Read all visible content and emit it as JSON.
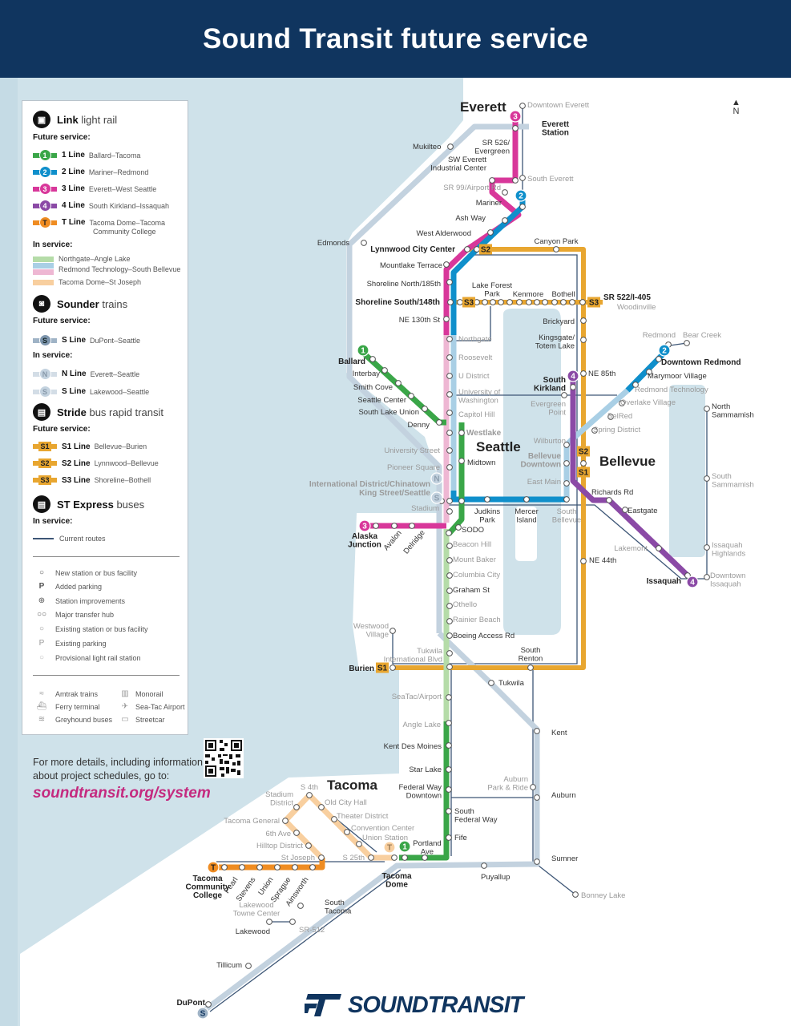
{
  "header": {
    "title": "Sound Transit future service"
  },
  "north": "N",
  "legend": {
    "link": {
      "title": "Link",
      "subtitle": "light rail",
      "future_label": "Future service:",
      "lines": [
        {
          "badge": "1",
          "name": "1 Line",
          "desc": "Ballard–Tacoma",
          "color": "#3aa648"
        },
        {
          "badge": "2",
          "name": "2 Line",
          "desc": "Mariner–Redmond",
          "color": "#0f8fcb"
        },
        {
          "badge": "3",
          "name": "3 Line",
          "desc": "Everett–West Seattle",
          "color": "#d8379a"
        },
        {
          "badge": "4",
          "name": "4 Line",
          "desc": "South Kirkland–Issaquah",
          "color": "#8b4aa6"
        },
        {
          "badge": "T",
          "name": "T Line",
          "desc": "Tacoma Dome–Tacoma",
          "desc2": "Community College",
          "color": "#ef8c22"
        }
      ],
      "in_service_label": "In service:",
      "in_service": [
        "Northgate–Angle Lake",
        "Redmond Technology–South Bellevue",
        "Tacoma Dome–St Joseph"
      ]
    },
    "sounder": {
      "title": "Sounder",
      "subtitle": "trains",
      "future_label": "Future service:",
      "future": {
        "badge": "S",
        "name": "S Line",
        "desc": "DuPont–Seattle"
      },
      "in_service_label": "In service:",
      "in_service": [
        {
          "badge": "N",
          "name": "N Line",
          "desc": "Everett–Seattle"
        },
        {
          "badge": "S",
          "name": "S Line",
          "desc": "Lakewood–Seattle"
        }
      ]
    },
    "stride": {
      "title": "Stride",
      "subtitle": "bus rapid transit",
      "future_label": "Future service:",
      "lines": [
        {
          "badge": "S1",
          "name": "S1 Line",
          "desc": "Bellevue–Burien"
        },
        {
          "badge": "S2",
          "name": "S2 Line",
          "desc": "Lynnwood–Bellevue"
        },
        {
          "badge": "S3",
          "name": "S3 Line",
          "desc": "Shoreline–Bothell"
        }
      ]
    },
    "express": {
      "title": "ST Express",
      "subtitle": "buses",
      "in_service_label": "In service:",
      "current_routes": "Current routes"
    },
    "symbols": [
      "New station or bus facility",
      "Added parking",
      "Station improvements",
      "Major transfer hub",
      "Existing station or bus facility",
      "Existing parking",
      "Provisional light rail station"
    ],
    "icons": [
      "Amtrak trains",
      "Monorail",
      "Ferry terminal",
      "Sea-Tac Airport",
      "Greyhound buses",
      "Streetcar"
    ]
  },
  "more_info": {
    "line1": "For more details, including information",
    "line2": "about project schedules, go to:",
    "url": "soundtransit.org/system"
  },
  "logo": "SOUNDTRANSIT",
  "colors": {
    "navy": "#10355f",
    "water": "#cfe2ea",
    "line1": "#3aa648",
    "line2": "#0f8fcb",
    "line3": "#d8379a",
    "line4": "#8b4aa6",
    "tline": "#ef8c22",
    "stride": "#e8a630",
    "sounder": "#c3d2df"
  },
  "map": {
    "badges": {
      "b3a": "3",
      "b2a": "2",
      "b1a": "1",
      "b4a": "4",
      "b2b": "2",
      "b4b": "4",
      "b3b": "3",
      "b1b": "1",
      "bTa": "T",
      "bTb": "T",
      "bSa": "S",
      "bNa": "N",
      "bSb": "S",
      "s2a": "S2",
      "s3a": "S3",
      "s3b": "S3",
      "s2b": "S2",
      "s1a": "S1",
      "s1b": "S1"
    },
    "labels": {
      "everett_city": "Everett",
      "seattle_city": "Seattle",
      "bellevue_city": "Bellevue",
      "tacoma_city": "Tacoma",
      "downtown_everett": "Downtown Everett",
      "everett_station": [
        "Everett",
        "Station"
      ],
      "mukilteo": "Mukilteo",
      "sr526": [
        "SR 526/",
        "Evergreen"
      ],
      "sw_everett": [
        "SW Everett",
        "Industrial Center"
      ],
      "south_everett": "South Everett",
      "sr99": "SR 99/Airport Rd",
      "mariner": "Mariner",
      "ash_way": "Ash Way",
      "west_alderwood": "West Alderwood",
      "edmonds": "Edmonds",
      "lynnwood": "Lynnwood City Center",
      "canyon_park": "Canyon Park",
      "mountlake": "Mountlake Terrace",
      "shoreline_north": "Shoreline North/185th",
      "lake_forest": [
        "Lake Forest",
        "Park"
      ],
      "kenmore": "Kenmore",
      "bothell": "Bothell",
      "shoreline_south": "Shoreline South/148th",
      "sr522": "SR 522/I-405",
      "woodinville": "Woodinville",
      "ne130": "NE 130th St",
      "brickyard": "Brickyard",
      "northgate": "Northgate",
      "kingsgate": [
        "Kingsgate/",
        "Totem Lake"
      ],
      "ballard": "Ballard",
      "roosevelt": "Roosevelt",
      "ne85": "NE 85th",
      "interbay": "Interbay",
      "u_district": "U District",
      "redmond": "Redmond",
      "bear_creek": "Bear Creek",
      "downtown_redmond": "Downtown Redmond",
      "marymoor": "Marymoor Village",
      "smith_cove": "Smith Cove",
      "south_kirkland": [
        "South",
        "Kirkland"
      ],
      "uw": [
        "University of",
        "Washington"
      ],
      "redmond_tech": "Redmond Technology",
      "seattle_center": "Seattle Center",
      "overlake": "Overlake Village",
      "evergreen": [
        "Evergreen",
        "Point"
      ],
      "north_sammamish": [
        "North",
        "Sammamish"
      ],
      "south_lake_union": "South Lake Union",
      "capitol_hill": "Capitol Hill",
      "belred": "BelRed",
      "denny": "Denny",
      "spring_district": "Spring District",
      "westlake": "Westlake",
      "wilburton": "Wilburton",
      "university_street": "University Street",
      "bellevue_downtown": [
        "Bellevue",
        "Downtown"
      ],
      "midtown": "Midtown",
      "pioneer_square": "Pioneer Square",
      "south_sammamish": [
        "South",
        "Sammamish"
      ],
      "east_main": "East Main",
      "intl_district": "International District/Chinatown",
      "king_street": "King Street/Seattle",
      "richards": "Richards Rd",
      "stadium": "Stadium",
      "judkins": [
        "Judkins",
        "Park"
      ],
      "mercer": [
        "Mercer",
        "Island"
      ],
      "south_bellevue": [
        "South",
        "Bellevue"
      ],
      "eastgate": "Eastgate",
      "alaska": [
        "Alaska",
        "Junction"
      ],
      "avalon": "Avalon",
      "delridge": "Delridge",
      "sodo": "SODO",
      "lakemont": "Lakemont",
      "issaquah_highlands": [
        "Issaquah",
        "Highlands"
      ],
      "beacon_hill": "Beacon Hill",
      "ne44": "NE 44th",
      "mount_baker": "Mount Baker",
      "issaquah": "Issaquah",
      "downtown_issaquah": [
        "Downtown",
        "Issaquah"
      ],
      "columbia_city": "Columbia City",
      "graham": "Graham St",
      "othello": "Othello",
      "rainier_beach": "Rainier Beach",
      "westwood": [
        "Westwood",
        "Village"
      ],
      "boeing": "Boeing Access Rd",
      "tukwila_intl": [
        "Tukwila",
        "International Blvd"
      ],
      "south_renton": [
        "South",
        "Renton"
      ],
      "burien": "Burien",
      "tukwila": "Tukwila",
      "seatac": "SeaTac/Airport",
      "angle_lake": "Angle Lake",
      "kent": "Kent",
      "kent_des_moines": "Kent Des Moines",
      "star_lake": "Star Lake",
      "auburn_pr": [
        "Auburn",
        "Park & Ride"
      ],
      "federal_way": [
        "Federal Way",
        "Downtown"
      ],
      "auburn": "Auburn",
      "s4th": "S 4th",
      "stadium_district": [
        "Stadium",
        "District"
      ],
      "old_city_hall": "Old City Hall",
      "south_federal_way": [
        "South",
        "Federal Way"
      ],
      "theater": "Theater District",
      "tacoma_general": "Tacoma General",
      "convention": "Convention Center",
      "sixth_ave": "6th Ave",
      "union_station": "Union Station",
      "fife": "Fife",
      "portland": [
        "Portland",
        "Ave"
      ],
      "hilltop": "Hilltop District",
      "st_joseph": "St Joseph",
      "s25th": "S 25th",
      "sumner": "Sumner",
      "tcc": [
        "Tacoma",
        "Community",
        "College"
      ],
      "pearl": "Pearl",
      "stevens": "Stevens",
      "union": "Union",
      "sprague": "Sprague",
      "ainsworth": "Ainsworth",
      "tacoma_dome": [
        "Tacoma",
        "Dome"
      ],
      "puyallup": "Puyallup",
      "south_tacoma": [
        "South",
        "Tacoma"
      ],
      "lakewood_towne": [
        "Lakewood",
        "Towne Center"
      ],
      "bonney": "Bonney Lake",
      "lakewood": "Lakewood",
      "sr512": "SR-512",
      "tillicum": "Tillicum",
      "dupont": "DuPont"
    }
  }
}
